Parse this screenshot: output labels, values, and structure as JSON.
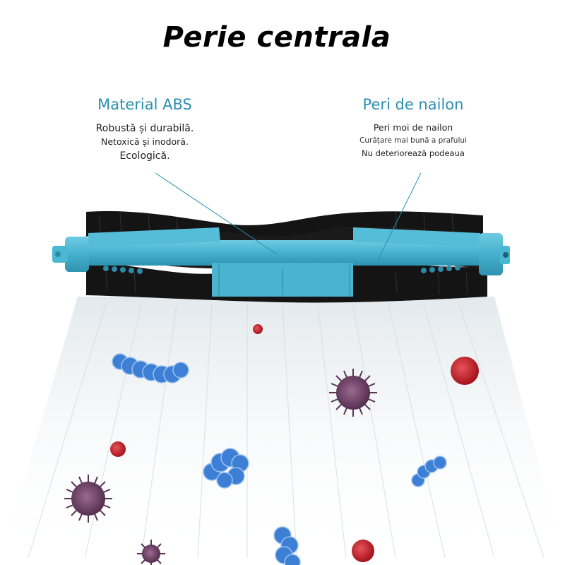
{
  "title": "Perie centrala",
  "callouts": {
    "left": {
      "heading": "Material ABS",
      "lines": [
        "Robustă și durabilă.",
        "Netoxică și inodoră.",
        "Ecologică."
      ]
    },
    "right": {
      "heading": "Peri de nailon",
      "lines": [
        "Peri moi de nailon",
        "Curățare mai bună a prafului",
        "Nu deteriorează podeaua"
      ]
    }
  },
  "colors": {
    "accent": "#2a8fae",
    "brush_plastic": "#4ab7d3",
    "bristles": "#141414",
    "virus": "#6b3f64",
    "red_particle": "#c4202a",
    "blue_bacteria": "#3d7fd4"
  },
  "icons": {
    "brush": "brush-roll-icon",
    "virus": "virus-icon",
    "bacteria": "bacteria-icon",
    "particle": "dust-particle-icon"
  }
}
